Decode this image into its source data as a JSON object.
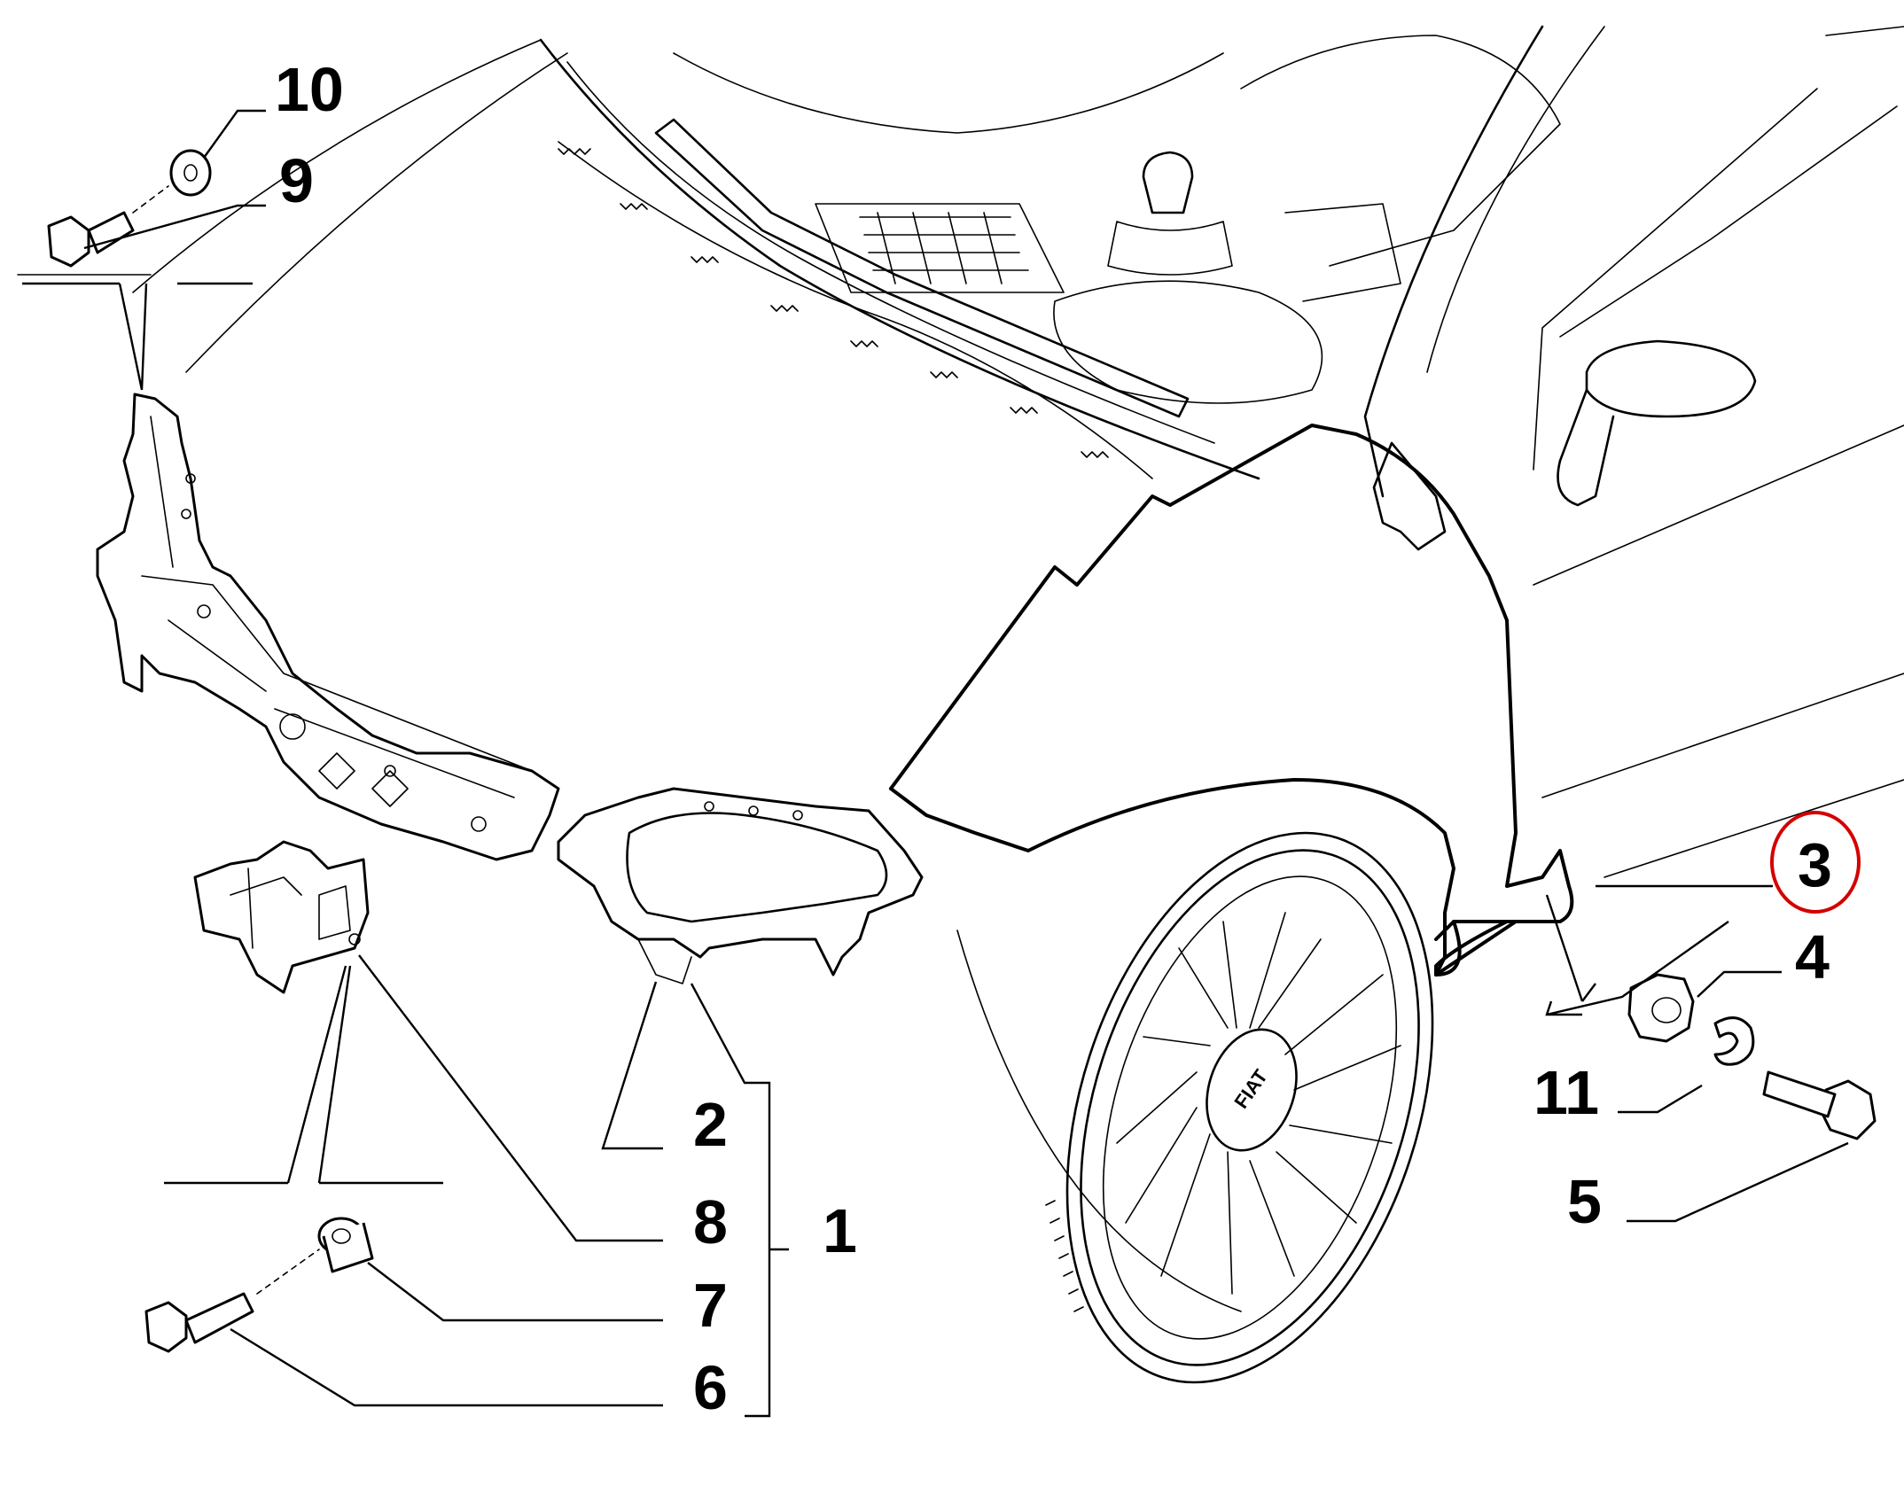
{
  "diagram": {
    "callouts": [
      {
        "id": "1",
        "label": "1"
      },
      {
        "id": "2",
        "label": "2"
      },
      {
        "id": "3",
        "label": "3",
        "highlighted": true
      },
      {
        "id": "4",
        "label": "4"
      },
      {
        "id": "5",
        "label": "5"
      },
      {
        "id": "6",
        "label": "6"
      },
      {
        "id": "7",
        "label": "7"
      },
      {
        "id": "8",
        "label": "8"
      },
      {
        "id": "9",
        "label": "9"
      },
      {
        "id": "10",
        "label": "10"
      },
      {
        "id": "11",
        "label": "11"
      }
    ],
    "highlight_color": "#d40000",
    "line_color": "#000000",
    "background_color": "#ffffff"
  }
}
